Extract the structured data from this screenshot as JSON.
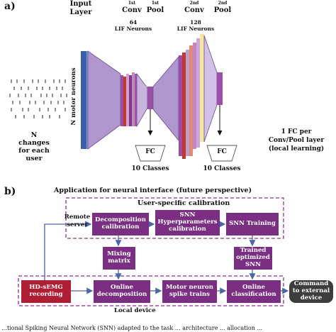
{
  "panel_a": {
    "label": "a)",
    "input_layer": [
      "Input",
      "Layer"
    ],
    "conv1": {
      "ordinal": "1",
      "sup": "st",
      "name": "Conv"
    },
    "pool1": {
      "ordinal": "1",
      "sup": "st",
      "name": "Pool"
    },
    "conv2": {
      "ordinal": "2",
      "sup": "nd",
      "name": "Conv"
    },
    "pool2": {
      "ordinal": "2",
      "sup": "nd",
      "name": "Pool"
    },
    "conv1_neurons": [
      "64",
      "LIF Neurons"
    ],
    "conv2_neurons": [
      "128",
      "LIF Neurons"
    ],
    "motor_neurons": "N motor neurons",
    "changes": [
      "N",
      "changes",
      "for each",
      "user"
    ],
    "fc_label": "FC",
    "classes_label": "10 Classes",
    "fc_note": [
      "1 FC per",
      "Conv/Pool layer",
      "(local learning)"
    ]
  },
  "panel_b": {
    "label": "b)",
    "title": "Application for neural interface (future perspective)",
    "calibration_title": "User-specific calibration",
    "remote_server": [
      "Remote",
      "server"
    ],
    "local_device": "Local device",
    "boxes": {
      "decomposition_calibration": "Decomposition calibration",
      "snn_calibration": "SNN Hyperparameters calibration",
      "snn_training": "SNN Training",
      "mixing_matrix": "Mixing matrix",
      "trained_snn": "Trained optimized SNN",
      "hd_semg": "HD-sEMG recording",
      "online_decomposition": "Online decomposition",
      "motor_neuron_spikes": "Motor neuron spike trains",
      "online_classification": "Online classification",
      "command": "Command to external device"
    },
    "colors": {
      "purple_box": "#7b2f82",
      "hd_semg": "#b01e35",
      "command": "#3d3d3d",
      "dashed": "#8a2c99",
      "arrow": "#4a68a8"
    }
  },
  "caption_fragment": "…tional Spiking Neural Network (SNN) adapted to the task … architecture ... allocation ..."
}
